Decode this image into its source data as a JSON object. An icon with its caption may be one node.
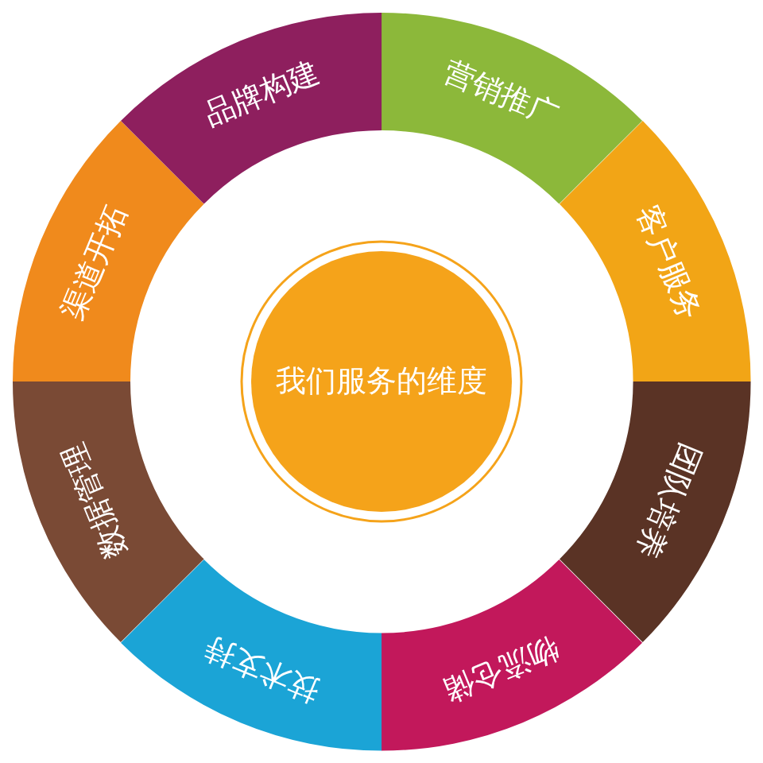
{
  "diagram": {
    "nodes": [
      {
        "text": [
          "我们服务的维度"
        ]
      },
      {
        "text": [
          "营销推广"
        ]
      },
      {
        "text": [
          "客户服务"
        ]
      },
      {
        "text": [
          "团队培养"
        ]
      },
      {
        "text": [
          "物流仓储"
        ]
      },
      {
        "text": [
          "技术支持"
        ]
      },
      {
        "text": [
          "数据管理"
        ]
      },
      {
        "text": [
          "渠道开拓"
        ]
      },
      {
        "text": [
          "品牌构建"
        ]
      }
    ]
  }
}
